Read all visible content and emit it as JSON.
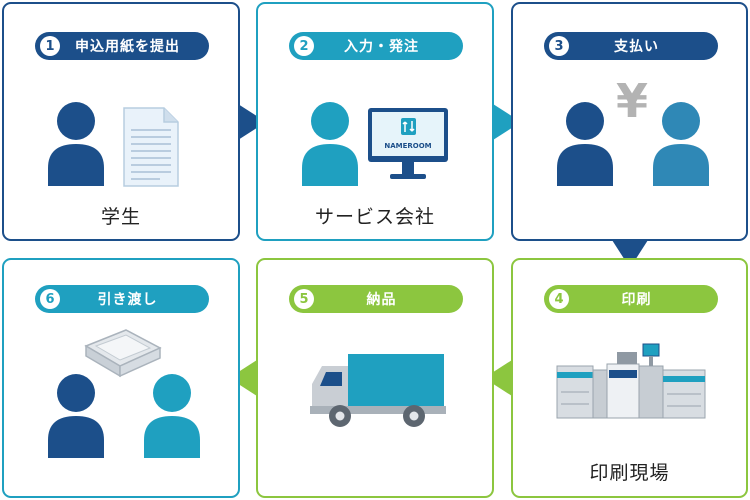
{
  "colors": {
    "navy": "#1c4f8a",
    "teal": "#1fa0c0",
    "green": "#8cc63f",
    "steel": "#2f88b6"
  },
  "steps": [
    {
      "num": "1",
      "label": "申込用紙を提出",
      "caption": "学生"
    },
    {
      "num": "2",
      "label": "入力・発注",
      "caption": "サービス会社",
      "monitor_text": "NAMEROOM"
    },
    {
      "num": "3",
      "label": "支払い",
      "symbol": "¥"
    },
    {
      "num": "4",
      "label": "印刷",
      "caption": "印刷現場"
    },
    {
      "num": "5",
      "label": "納品"
    },
    {
      "num": "6",
      "label": "引き渡し"
    }
  ],
  "icons": {
    "step1": [
      "person-icon",
      "document-icon"
    ],
    "step2": [
      "person-icon",
      "monitor-icon"
    ],
    "step3": [
      "person-icon",
      "yen-icon",
      "person-icon"
    ],
    "step4": [
      "printer-icon"
    ],
    "step5": [
      "truck-icon"
    ],
    "step6": [
      "person-icon",
      "box-icon",
      "person-icon"
    ]
  }
}
